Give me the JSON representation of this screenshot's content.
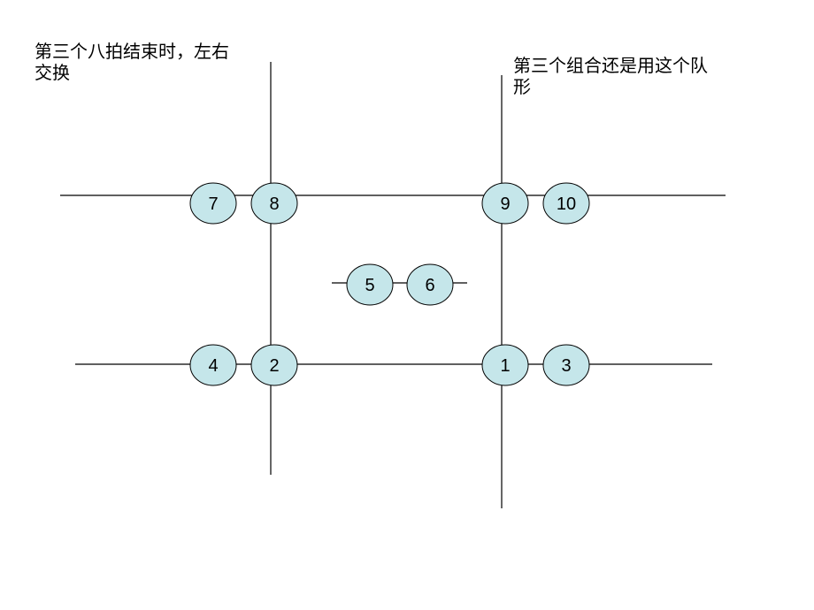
{
  "notes": {
    "left": "第三个八拍结束时，左右\n交换",
    "right": "第三个组合还是用这个队\n形"
  },
  "colors": {
    "line": "#000000",
    "dancer_fill": "#c5e6ea",
    "dancer_stroke": "#000000"
  },
  "dancers": [
    {
      "id": "dancer-7",
      "label": "7"
    },
    {
      "id": "dancer-8",
      "label": "8"
    },
    {
      "id": "dancer-9",
      "label": "9"
    },
    {
      "id": "dancer-10",
      "label": "10"
    },
    {
      "id": "dancer-5",
      "label": "5"
    },
    {
      "id": "dancer-6",
      "label": "6"
    },
    {
      "id": "dancer-4",
      "label": "4"
    },
    {
      "id": "dancer-2",
      "label": "2"
    },
    {
      "id": "dancer-1",
      "label": "1"
    },
    {
      "id": "dancer-3",
      "label": "3"
    }
  ]
}
